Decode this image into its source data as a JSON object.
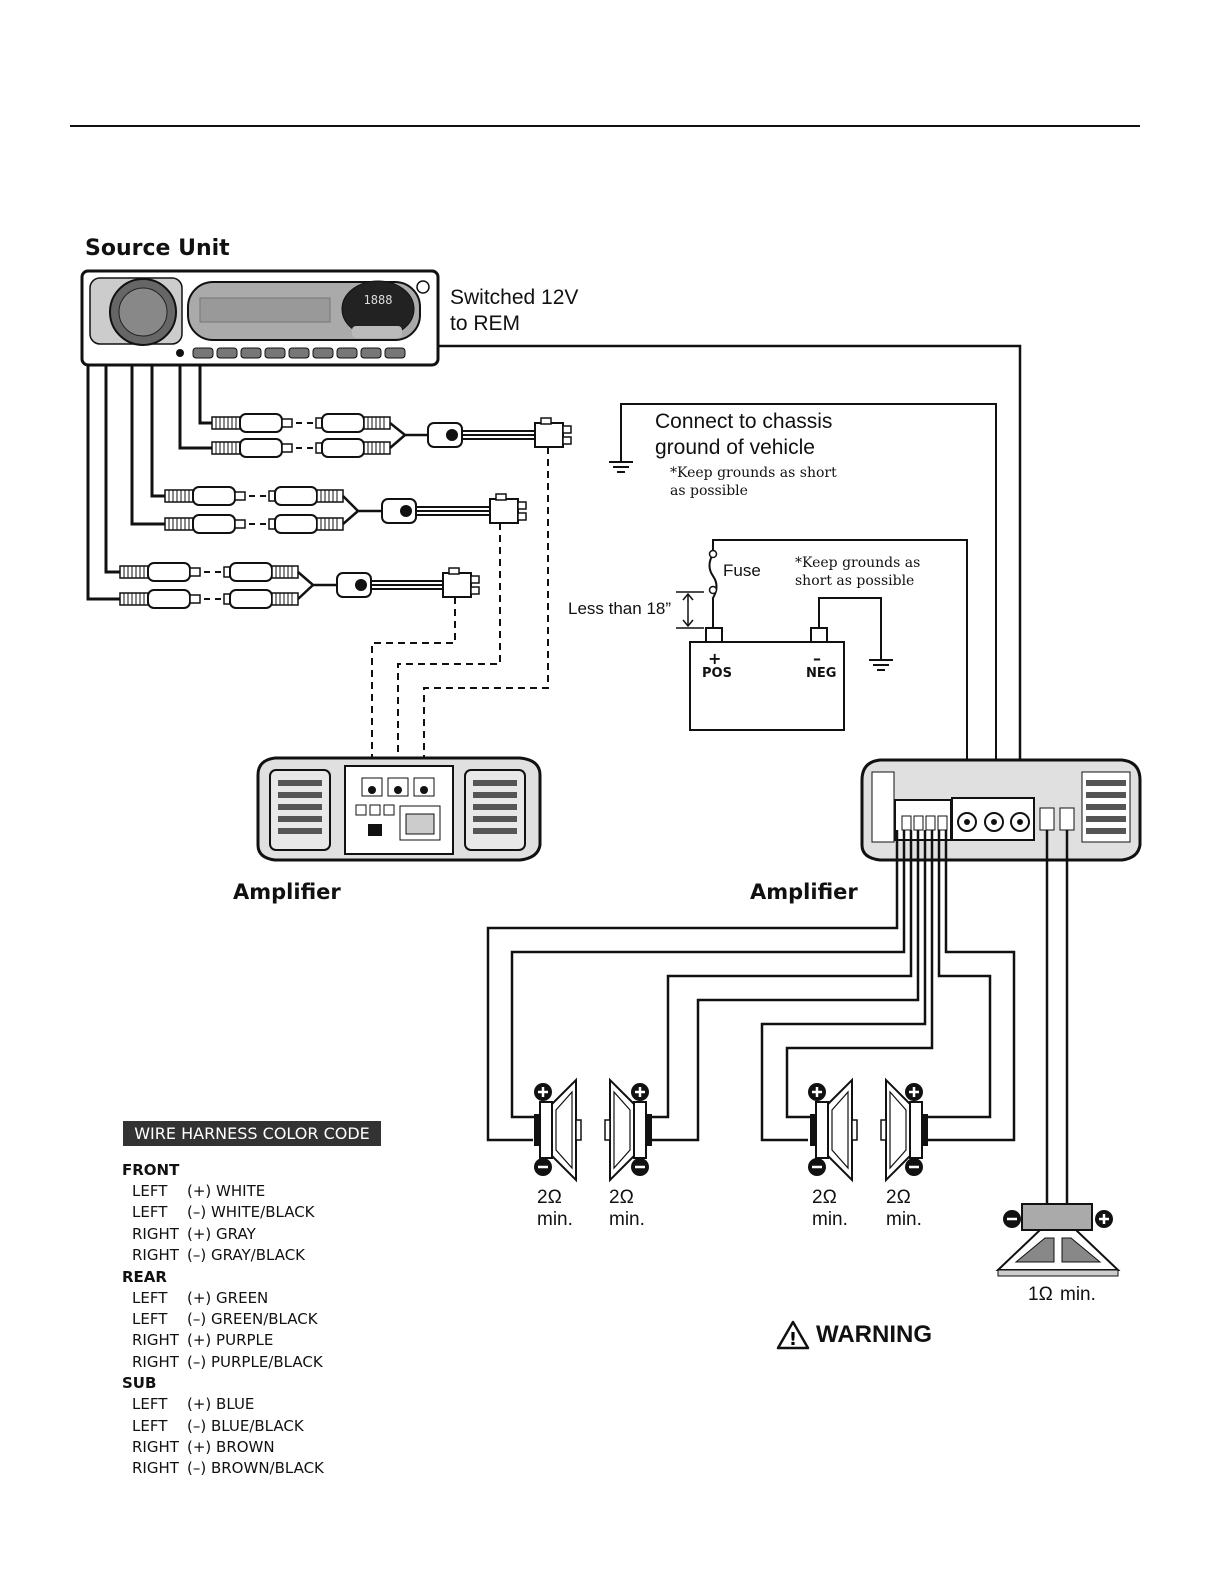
{
  "source_unit": {
    "title": "Source Unit",
    "display_clock": "1888"
  },
  "notes": {
    "switched_line1": "Switched 12V",
    "switched_line2": "to REM",
    "chassis_line1": "Connect to chassis",
    "chassis_line2": "ground of vehicle",
    "keep_short_1a": "*Keep grounds as short",
    "keep_short_1b": "as possible",
    "keep_short_2a": "*Keep grounds as",
    "keep_short_2b": "short as possible",
    "fuse": "Fuse",
    "less_than": "Less than 18”"
  },
  "battery": {
    "pos_symbol": "+",
    "pos": "POS",
    "neg_symbol": "–",
    "neg": "NEG"
  },
  "amplifiers": {
    "left_label": "Amplifier",
    "right_label": "Amplifier"
  },
  "speakers": [
    {
      "imp": "2Ω",
      "min": "min."
    },
    {
      "imp": "2Ω",
      "min": "min."
    },
    {
      "imp": "2Ω",
      "min": "min."
    },
    {
      "imp": "2Ω",
      "min": "min."
    }
  ],
  "subwoofer": {
    "imp": "1Ω",
    "min": "min."
  },
  "warning": {
    "text": "WARNING",
    "symbol": "!"
  },
  "harness": {
    "title": "WIRE HARNESS COLOR CODE",
    "groups": [
      {
        "name": "FRONT",
        "rows": [
          {
            "side": "LEFT",
            "wire": "(+) WHITE"
          },
          {
            "side": "LEFT",
            "wire": "(–) WHITE/BLACK"
          },
          {
            "side": "RIGHT",
            "wire": "(+) GRAY"
          },
          {
            "side": "RIGHT",
            "wire": "(–) GRAY/BLACK"
          }
        ]
      },
      {
        "name": "REAR",
        "rows": [
          {
            "side": "LEFT",
            "wire": "(+) GREEN"
          },
          {
            "side": "LEFT",
            "wire": "(–) GREEN/BLACK"
          },
          {
            "side": "RIGHT",
            "wire": "(+) PURPLE"
          },
          {
            "side": "RIGHT",
            "wire": "(–) PURPLE/BLACK"
          }
        ]
      },
      {
        "name": "SUB",
        "rows": [
          {
            "side": "LEFT",
            "wire": "(+) BLUE"
          },
          {
            "side": "LEFT",
            "wire": "(–) BLUE/BLACK"
          },
          {
            "side": "RIGHT",
            "wire": "(+) BROWN"
          },
          {
            "side": "RIGHT",
            "wire": "(–) BROWN/BLACK"
          }
        ]
      }
    ]
  }
}
